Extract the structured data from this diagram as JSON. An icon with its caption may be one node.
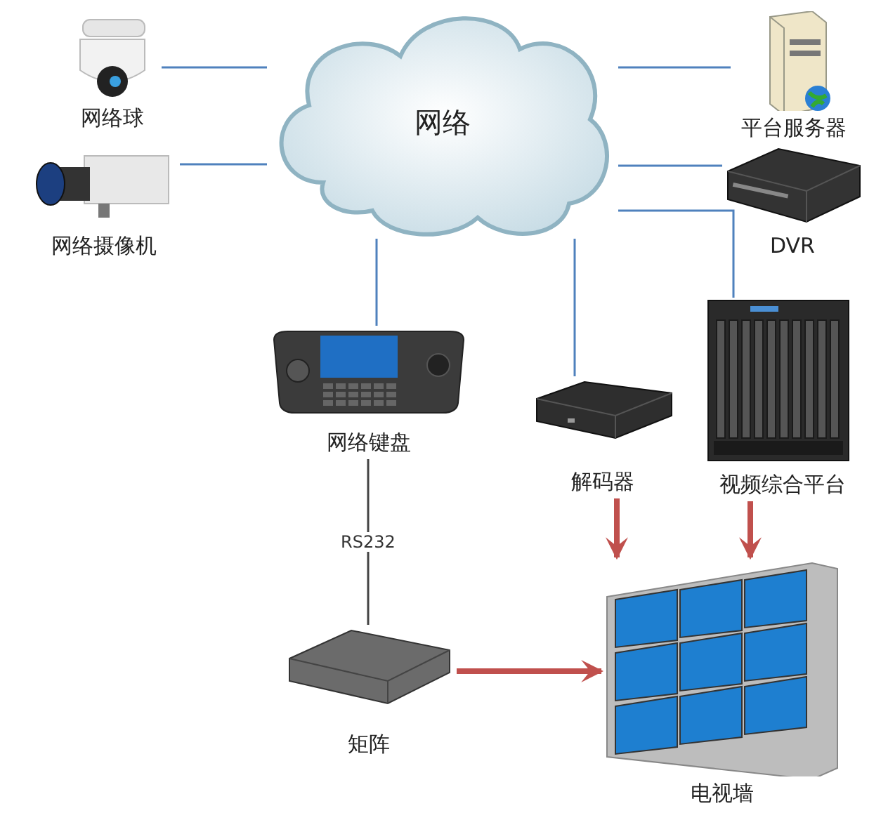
{
  "diagram": {
    "nodes": [
      {
        "text": [
          "网络"
        ]
      },
      {
        "text": [
          "网络球"
        ]
      },
      {
        "text": [
          "网络摄像机"
        ]
      },
      {
        "text": [
          "平台服务器"
        ]
      },
      {
        "text": [
          "DVR"
        ]
      },
      {
        "text": [
          "网络键盘"
        ]
      },
      {
        "text": [
          "解码器"
        ]
      },
      {
        "text": [
          "视频综合平台"
        ]
      },
      {
        "text": [
          "矩阵"
        ]
      },
      {
        "text": [
          "电视墙"
        ]
      }
    ],
    "edges": [
      {
        "from": 1,
        "to": 0,
        "arrow": "none"
      },
      {
        "from": 2,
        "to": 0,
        "arrow": "none"
      },
      {
        "from": 0,
        "to": 3,
        "arrow": "none"
      },
      {
        "from": 0,
        "to": 4,
        "arrow": "none"
      },
      {
        "from": 0,
        "to": 5,
        "arrow": "none"
      },
      {
        "from": 0,
        "to": 6,
        "arrow": "none"
      },
      {
        "from": 0,
        "to": 7,
        "arrow": "none"
      },
      {
        "from": 5,
        "to": 8,
        "arrow": "none",
        "label": "RS232",
        "color": "#444444"
      },
      {
        "from": 6,
        "to": 9,
        "arrow": "to",
        "style": "thick",
        "color": "#c0504d"
      },
      {
        "from": 7,
        "to": 9,
        "arrow": "to",
        "style": "thick",
        "color": "#c0504d"
      },
      {
        "from": 8,
        "to": 9,
        "arrow": "to",
        "style": "thick",
        "color": "#c0504d"
      }
    ]
  }
}
